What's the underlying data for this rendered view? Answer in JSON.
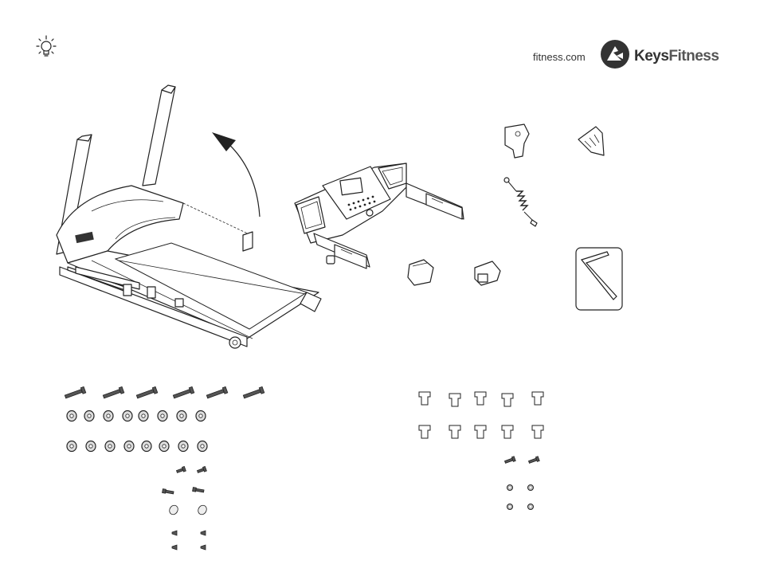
{
  "header": {
    "tip_icon": "lightbulb-icon",
    "site_text": "fitness.com",
    "brand": {
      "logo_icon": "keys-fitness-logo-icon",
      "name_part1": "Keys",
      "name_part2": "Fitness"
    }
  },
  "parts": {
    "treadmill": "treadmill-frame-illustration",
    "console": "console-illustration",
    "arrow": "lift-arrow-icon",
    "small_parts": [
      "bracket-icon",
      "bracket-icon",
      "spring-icon",
      "cap-icon",
      "cap-icon",
      "allen-wrench-icon"
    ]
  },
  "colors": {
    "line": "#222222",
    "text": "#333333"
  }
}
